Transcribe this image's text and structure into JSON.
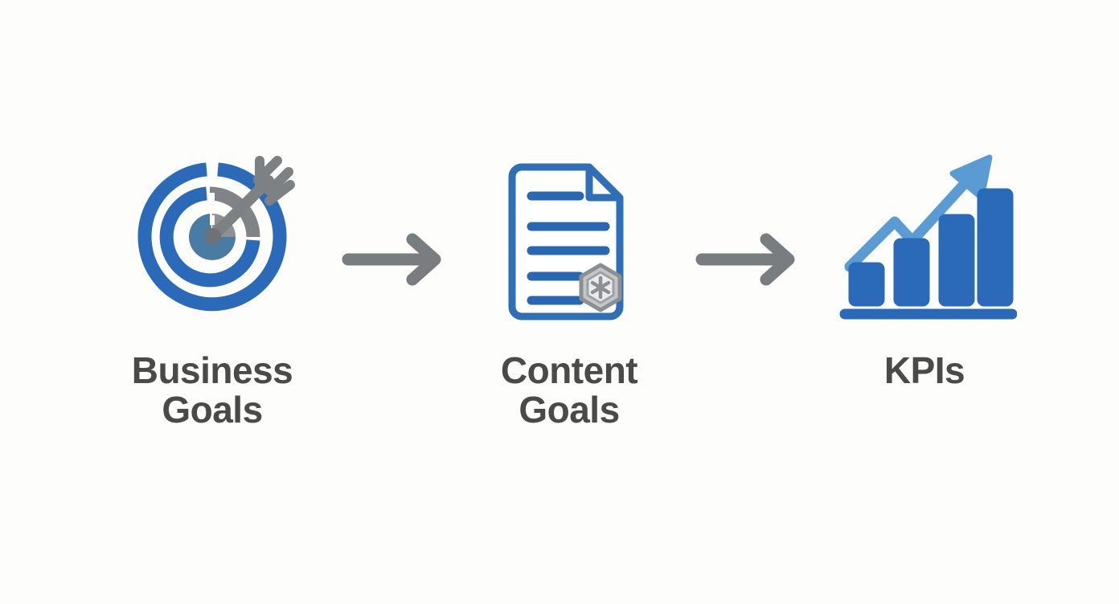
{
  "diagram": {
    "type": "horizontal-flow",
    "background_color": "#fdfdfc",
    "label_color": "#4a4a4a",
    "accent_blue": "#2a6ab8",
    "light_blue": "#5a9bd4",
    "gray": "#7a7a7a",
    "stages": [
      {
        "id": "business-goals",
        "icon": "target-with-arrow-icon",
        "label_lines": [
          "Business",
          "Goals"
        ]
      },
      {
        "id": "content-goals",
        "icon": "document-with-seal-icon",
        "label_lines": [
          "Content",
          "Goals"
        ]
      },
      {
        "id": "kpis",
        "icon": "growth-bar-chart-icon",
        "label_lines": [
          "KPIs"
        ]
      }
    ],
    "connectors": [
      {
        "id": "connector-1",
        "icon": "arrow-right-icon",
        "color": "#7a7a7a"
      },
      {
        "id": "connector-2",
        "icon": "arrow-right-icon",
        "color": "#7a7a7a"
      }
    ],
    "chart_icon": {
      "bars": [
        1,
        2,
        3,
        4
      ],
      "bar_color": "#2a6ab8",
      "trend_arrow_color": "#5a9bd4"
    },
    "document_icon": {
      "text_lines": [
        "short",
        "long",
        "long",
        "short",
        "short"
      ],
      "seal": "hexagon-seal-icon"
    }
  }
}
